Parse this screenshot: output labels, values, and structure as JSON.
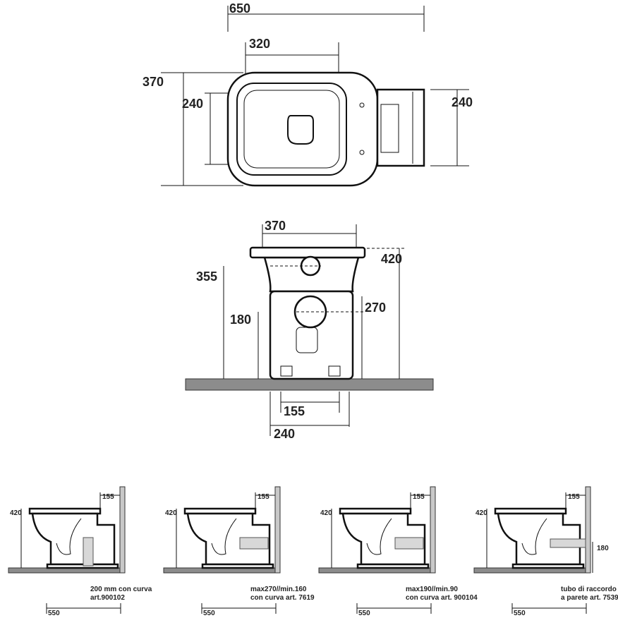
{
  "top_view": {
    "width_total": "650",
    "seat_width": "320",
    "depth": "370",
    "inner_depth": "240",
    "tank_depth": "240"
  },
  "front_view": {
    "rim_width": "370",
    "height": "420",
    "outlet_height": "355",
    "pedestal_height": "270",
    "inlet_height": "180",
    "base_inner": "155",
    "base_outer": "240"
  },
  "install_views": [
    {
      "height": "420",
      "wall_offset": "155",
      "length": "550",
      "caption": [
        "200 mm con curva",
        "art.900102"
      ]
    },
    {
      "height": "420",
      "wall_offset": "155",
      "length": "550",
      "caption": [
        "max270//min.160",
        "con curva art. 7619"
      ]
    },
    {
      "height": "420",
      "wall_offset": "155",
      "length": "550",
      "caption": [
        "max190//min.90",
        "con curva art. 900104"
      ]
    },
    {
      "height": "420",
      "wall_offset": "155",
      "length": "550",
      "side_height": "180",
      "caption": [
        "tubo di raccordo",
        "a parete art. 7539"
      ]
    }
  ],
  "colors": {
    "floor": "#8c8c8c",
    "wall": "#c8c8c8",
    "pipe": "#d8d8d8"
  }
}
